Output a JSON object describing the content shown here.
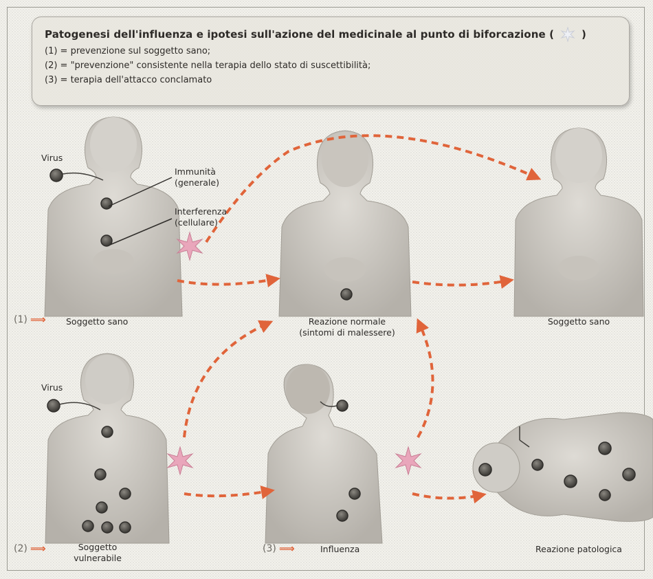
{
  "header": {
    "title": "Patogenesi dell'influenza e ipotesi sull'azione del medicinale al punto di biforcazione (",
    "title_close": ")",
    "lines": [
      "(1) = prevenzione sul soggetto sano;",
      "(2) = \"prevenzione\" consistente nella terapia dello stato di suscettibilità;",
      "(3) = terapia dell'attacco conclamato"
    ]
  },
  "labels": {
    "virus_top": "Virus",
    "immunita": "Immunità\n(generale)",
    "interferenza": "Interferenza\n(cellulare)",
    "marker1": "(1)",
    "soggetto_sano_left": "Soggetto sano",
    "reazione_normale": "Reazione normale\n(sintomi di malessere)",
    "soggetto_sano_right": "Soggetto sano",
    "virus_bottom": "Virus",
    "marker2": "(2)",
    "soggetto_vulnerabile": "Soggetto\nvulnerabile",
    "marker3": "(3)",
    "influenza": "Influenza",
    "reazione_patologica": "Reazione patologica"
  },
  "colors": {
    "skin": "#cfccc6",
    "skin_shade": "#b8b4ad",
    "arrow": "#e0643a",
    "virus": "#5d5a55",
    "star": "#e8a0b4"
  }
}
